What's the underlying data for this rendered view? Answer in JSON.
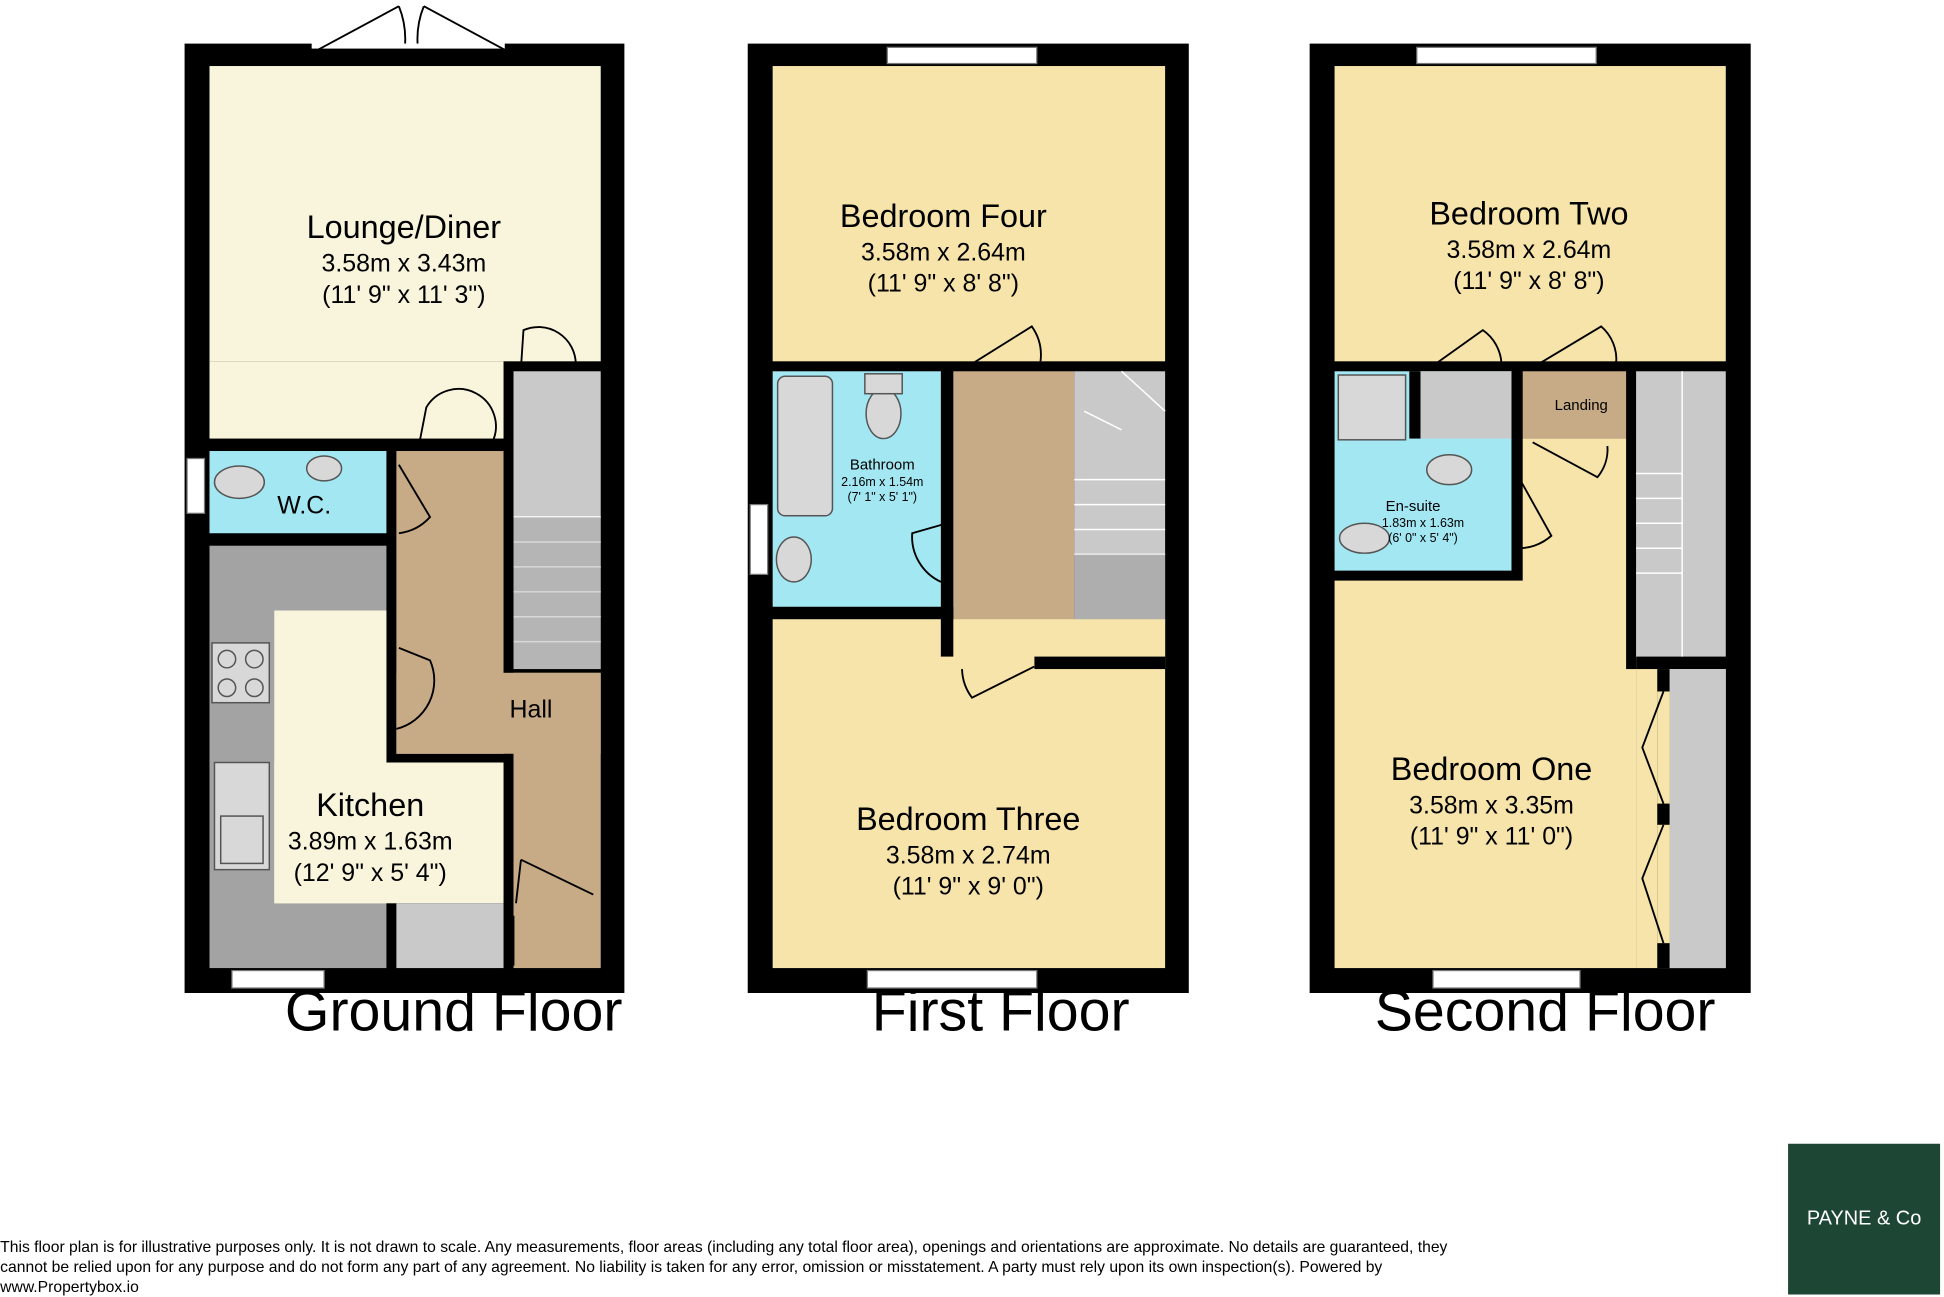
{
  "floors": {
    "ground": {
      "label": "Ground Floor",
      "rooms": {
        "lounge": {
          "name": "Lounge/Diner",
          "metric": "3.58m x 3.43m",
          "imperial": "(11' 9\" x 11' 3\")"
        },
        "wc": {
          "name": "W.C."
        },
        "hall": {
          "name": "Hall"
        },
        "kitchen": {
          "name": "Kitchen",
          "metric": "3.89m x 1.63m",
          "imperial": "(12' 9\" x 5' 4\")"
        }
      }
    },
    "first": {
      "label": "First Floor",
      "rooms": {
        "bedroom_four": {
          "name": "Bedroom Four",
          "metric": "3.58m x 2.64m",
          "imperial": "(11' 9\" x 8' 8\")"
        },
        "bathroom": {
          "name": "Bathroom",
          "metric": "2.16m x 1.54m",
          "imperial": "(7' 1\" x 5' 1\")"
        },
        "bedroom_three": {
          "name": "Bedroom Three",
          "metric": "3.58m x 2.74m",
          "imperial": "(11' 9\" x 9' 0\")"
        }
      }
    },
    "second": {
      "label": "Second Floor",
      "rooms": {
        "bedroom_two": {
          "name": "Bedroom Two",
          "metric": "3.58m x 2.64m",
          "imperial": "(11' 9\" x 8' 8\")"
        },
        "landing": {
          "name": "Landing"
        },
        "ensuite": {
          "name": "En-suite",
          "metric": "1.83m x 1.63m",
          "imperial": "(6' 0\" x 5' 4\")"
        },
        "bedroom_one": {
          "name": "Bedroom One",
          "metric": "3.58m x 3.35m",
          "imperial": "(11' 9\" x 11' 0\")"
        }
      }
    }
  },
  "disclaimer": {
    "line1": "This floor plan is for illustrative purposes only. It is not drawn to scale. Any measurements, floor areas (including any total floor area), openings and orientations are approximate. No details are guaranteed, they",
    "line2": "cannot be relied upon for any purpose and do not form any part of any agreement. No liability is taken for any error, omission or misstatement. A party must rely upon its own inspection(s). Powered by",
    "line3": "www.Propertybox.io"
  },
  "logo": {
    "text": "PAYNE & Co",
    "bg": "#1e4634"
  }
}
